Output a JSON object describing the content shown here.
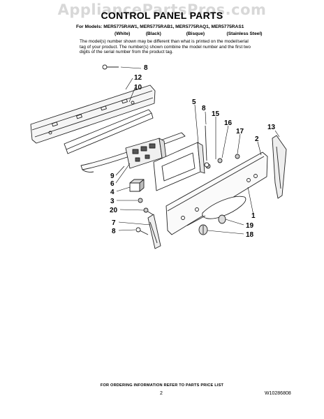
{
  "watermark": "AppliancePartsPros.com",
  "title": "CONTROL PANEL PARTS",
  "models_line": "For Models: MER5775RAW1, MER5775RAB1, MER5775RAQ1, MER5775RAS1",
  "colors": [
    "(White)",
    "(Black)",
    "(Bisque)",
    "(Stainless Steel)"
  ],
  "note": "The model(s) number shown may be different than what is printed on the model/serial tag of your product. The number(s) shown combine the model number and the first two digits of the serial number from the product tag.",
  "callouts": [
    "8",
    "12",
    "10",
    "5",
    "8",
    "15",
    "16",
    "17",
    "2",
    "13",
    "9",
    "6",
    "4",
    "3",
    "20",
    "1",
    "7",
    "19",
    "8",
    "18"
  ],
  "footer": {
    "ordering_info": "FOR ORDERING INFORMATION REFER TO PARTS PRICE LIST",
    "page_number": "2",
    "document_number": "W10286808"
  }
}
